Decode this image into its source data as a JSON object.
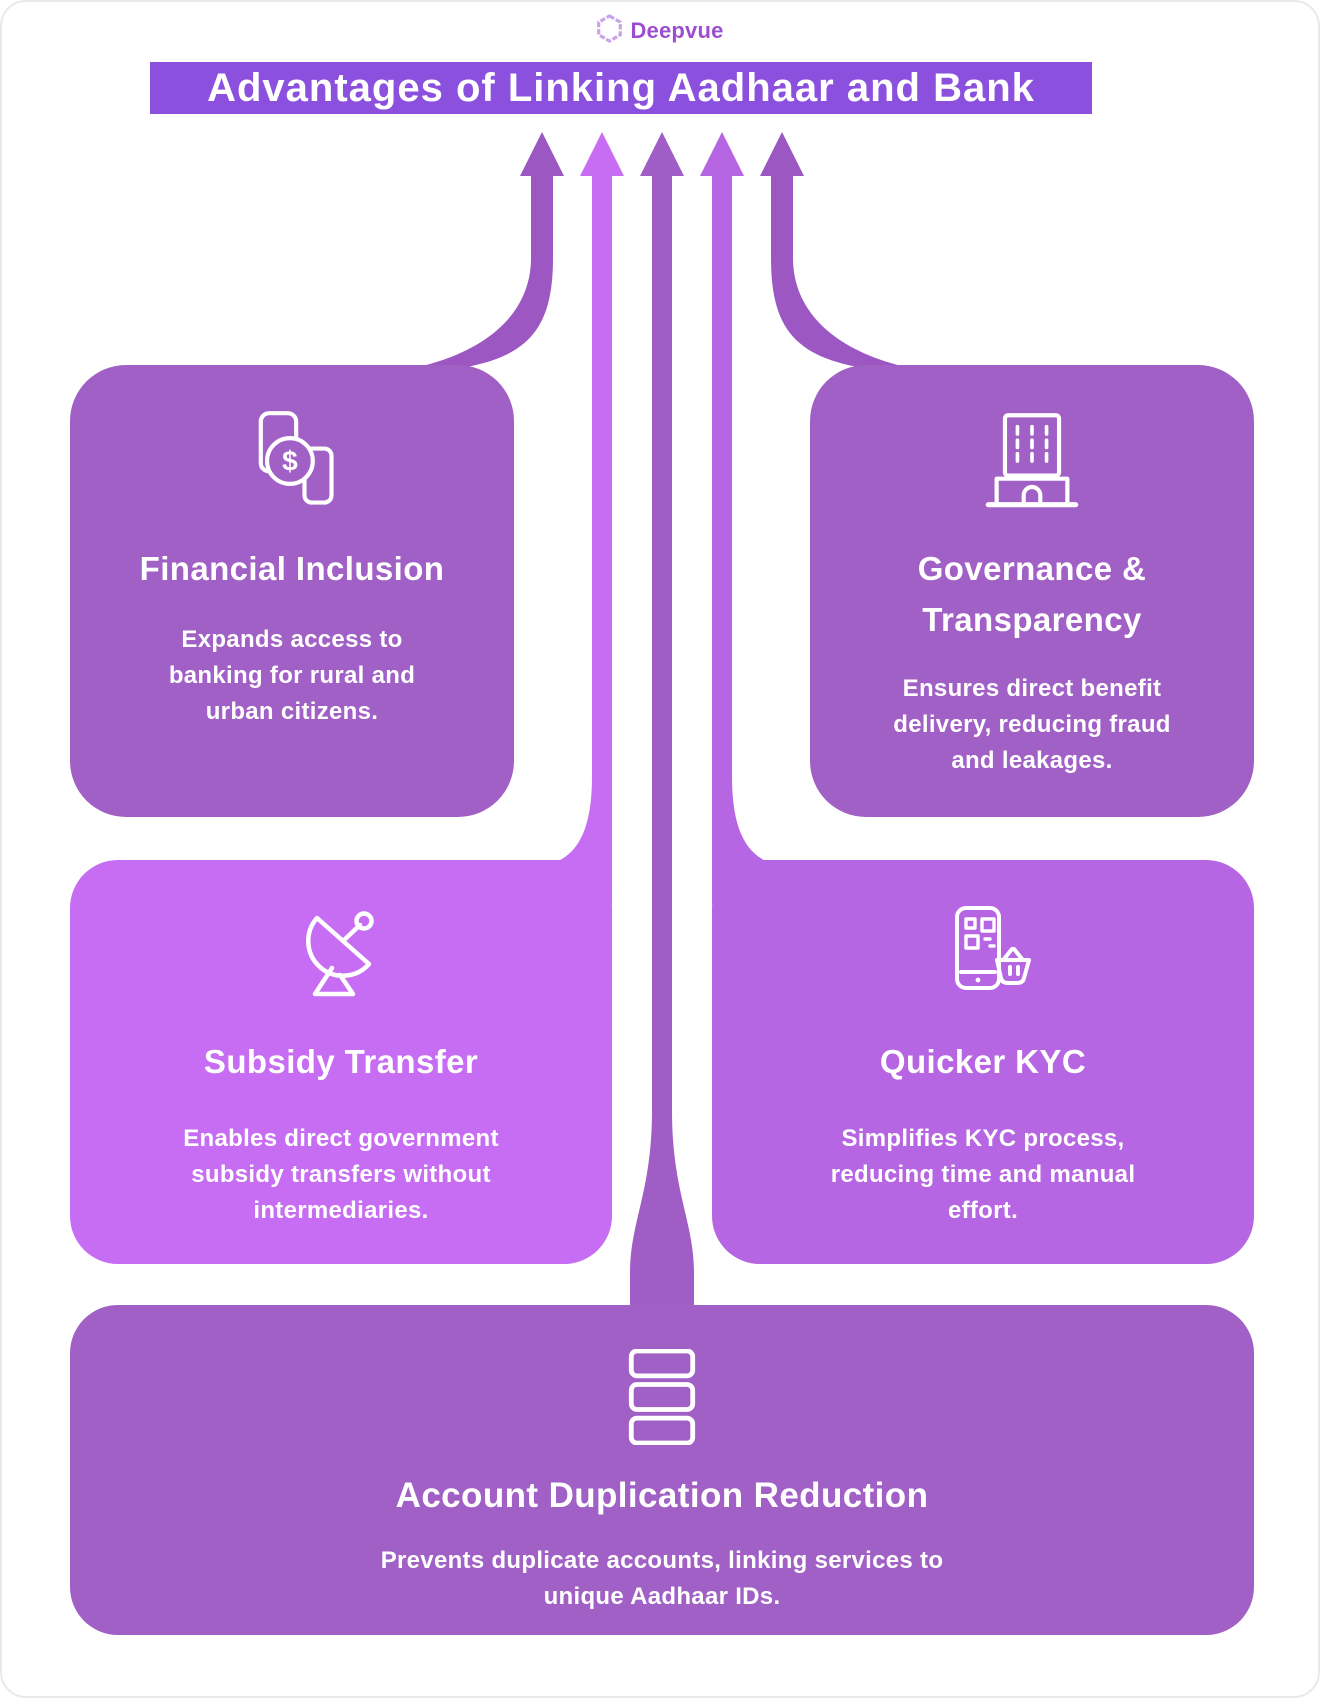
{
  "logo": {
    "text": "Deepvue"
  },
  "header": {
    "title": "Advantages of Linking Aadhaar and Bank"
  },
  "cards": {
    "financial": {
      "title": "Financial Inclusion",
      "body": "Expands access to banking for rural and urban citizens.",
      "icon": "money-transfer-icon"
    },
    "governance": {
      "title": "Governance & Transparency",
      "body": "Ensures direct benefit delivery, reducing fraud and leakages.",
      "icon": "bank-building-icon"
    },
    "subsidy": {
      "title": "Subsidy Transfer",
      "body": "Enables direct government subsidy transfers without intermediaries.",
      "icon": "satellite-dish-icon"
    },
    "kyc": {
      "title": "Quicker KYC",
      "body": "Simplifies KYC process, reducing time and manual effort.",
      "icon": "phone-qr-basket-icon"
    },
    "duplication": {
      "title": "Account Duplication Reduction",
      "body": "Prevents duplicate accounts, linking services to unique Aadhaar IDs.",
      "icon": "stacked-accounts-icon"
    }
  },
  "colors": {
    "header_bar": "#8b51de",
    "header_text": "#ffffff",
    "card_top": "#a160c5",
    "card_mid_left": "#c76df3",
    "card_mid_right": "#b666e2",
    "card_bottom": "#a160c5",
    "arrow_outer": "#9c57c3",
    "arrow_center": "#a15dc6",
    "logo_purple": "#9b4fd0",
    "logo_hex": "#c9a2ea",
    "text_white": "#ffffff"
  }
}
